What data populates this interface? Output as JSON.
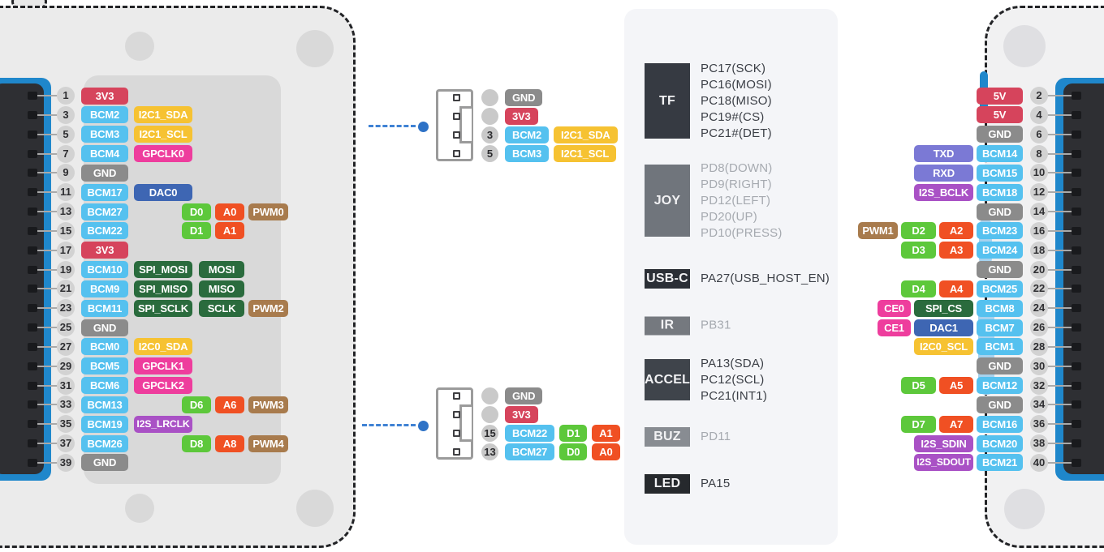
{
  "title": "40-pin GPIO pinout diagram",
  "colors": {
    "header_blue": "#1f87cb",
    "leader_blue": "#2e72c6",
    "power": "#d6445c",
    "bcm": "#55c1ef",
    "i2c": "#f6c232",
    "gpclk": "#ee3d9d",
    "gnd": "#8b8b8b",
    "dac": "#3e66b3",
    "digital": "#5dc83b",
    "analog": "#f05023",
    "pwm": "#a87b4d",
    "spi": "#2a6b3d",
    "i2s": "#a951c5",
    "uart": "#7b79d5",
    "ce": "#ee3d9d"
  },
  "left_header": {
    "rows": [
      {
        "pin": "1",
        "chips": [
          {
            "t": "3V3",
            "c": "power"
          }
        ]
      },
      {
        "pin": "3",
        "chips": [
          {
            "t": "BCM2",
            "c": "bcm"
          },
          {
            "t": "I2C1_SDA",
            "c": "i2c",
            "col": "wide"
          }
        ]
      },
      {
        "pin": "5",
        "chips": [
          {
            "t": "BCM3",
            "c": "bcm"
          },
          {
            "t": "I2C1_SCL",
            "c": "i2c",
            "col": "wide"
          }
        ]
      },
      {
        "pin": "7",
        "chips": [
          {
            "t": "BCM4",
            "c": "bcm"
          },
          {
            "t": "GPCLK0",
            "c": "gpclk",
            "col": "wide"
          }
        ]
      },
      {
        "pin": "9",
        "chips": [
          {
            "t": "GND",
            "c": "gnd"
          }
        ]
      },
      {
        "pin": "11",
        "chips": [
          {
            "t": "BCM17",
            "c": "bcm"
          },
          {
            "t": "DAC0",
            "c": "dac",
            "col": "wide"
          }
        ]
      },
      {
        "pin": "13",
        "chips": [
          {
            "t": "BCM27",
            "c": "bcm"
          },
          {
            "t": "D0",
            "c": "digital",
            "col": "d"
          },
          {
            "t": "A0",
            "c": "analog",
            "col": "a"
          },
          {
            "t": "PWM0",
            "c": "pwm",
            "col": "pwm"
          }
        ]
      },
      {
        "pin": "15",
        "chips": [
          {
            "t": "BCM22",
            "c": "bcm"
          },
          {
            "t": "D1",
            "c": "digital",
            "col": "d"
          },
          {
            "t": "A1",
            "c": "analog",
            "col": "a"
          }
        ]
      },
      {
        "pin": "17",
        "chips": [
          {
            "t": "3V3",
            "c": "power"
          }
        ]
      },
      {
        "pin": "19",
        "chips": [
          {
            "t": "BCM10",
            "c": "bcm"
          },
          {
            "t": "SPI_MOSI",
            "c": "spi",
            "col": "wide"
          },
          {
            "t": "MOSI",
            "c": "spi",
            "col": "c3"
          }
        ]
      },
      {
        "pin": "21",
        "chips": [
          {
            "t": "BCM9",
            "c": "bcm"
          },
          {
            "t": "SPI_MISO",
            "c": "spi",
            "col": "wide"
          },
          {
            "t": "MISO",
            "c": "spi",
            "col": "c3"
          }
        ]
      },
      {
        "pin": "23",
        "chips": [
          {
            "t": "BCM11",
            "c": "bcm"
          },
          {
            "t": "SPI_SCLK",
            "c": "spi",
            "col": "wide"
          },
          {
            "t": "SCLK",
            "c": "spi",
            "col": "c3"
          },
          {
            "t": "PWM2",
            "c": "pwm",
            "col": "pwm"
          }
        ]
      },
      {
        "pin": "25",
        "chips": [
          {
            "t": "GND",
            "c": "gnd"
          }
        ]
      },
      {
        "pin": "27",
        "chips": [
          {
            "t": "BCM0",
            "c": "bcm"
          },
          {
            "t": "I2C0_SDA",
            "c": "i2c",
            "col": "wide"
          }
        ]
      },
      {
        "pin": "29",
        "chips": [
          {
            "t": "BCM5",
            "c": "bcm"
          },
          {
            "t": "GPCLK1",
            "c": "gpclk",
            "col": "wide"
          }
        ]
      },
      {
        "pin": "31",
        "chips": [
          {
            "t": "BCM6",
            "c": "bcm"
          },
          {
            "t": "GPCLK2",
            "c": "gpclk",
            "col": "wide"
          }
        ]
      },
      {
        "pin": "33",
        "chips": [
          {
            "t": "BCM13",
            "c": "bcm"
          },
          {
            "t": "D6",
            "c": "digital",
            "col": "d"
          },
          {
            "t": "A6",
            "c": "analog",
            "col": "a"
          },
          {
            "t": "PWM3",
            "c": "pwm",
            "col": "pwm"
          }
        ]
      },
      {
        "pin": "35",
        "chips": [
          {
            "t": "BCM19",
            "c": "bcm"
          },
          {
            "t": "I2S_LRCLK",
            "c": "i2s",
            "col": "wide"
          }
        ]
      },
      {
        "pin": "37",
        "chips": [
          {
            "t": "BCM26",
            "c": "bcm"
          },
          {
            "t": "D8",
            "c": "digital",
            "col": "d"
          },
          {
            "t": "A8",
            "c": "analog",
            "col": "a"
          },
          {
            "t": "PWM4",
            "c": "pwm",
            "col": "pwm"
          }
        ]
      },
      {
        "pin": "39",
        "chips": [
          {
            "t": "GND",
            "c": "gnd"
          }
        ]
      }
    ]
  },
  "right_header": {
    "rows": [
      {
        "pin": "2",
        "chips": [
          {
            "t": "5V",
            "c": "power"
          }
        ]
      },
      {
        "pin": "4",
        "chips": [
          {
            "t": "5V",
            "c": "power"
          }
        ]
      },
      {
        "pin": "6",
        "chips": [
          {
            "t": "GND",
            "c": "gnd"
          }
        ]
      },
      {
        "pin": "8",
        "chips": [
          {
            "t": "TXD",
            "c": "uart",
            "col": "wide"
          },
          {
            "t": "BCM14",
            "c": "bcm"
          }
        ]
      },
      {
        "pin": "10",
        "chips": [
          {
            "t": "RXD",
            "c": "uart",
            "col": "wide"
          },
          {
            "t": "BCM15",
            "c": "bcm"
          }
        ]
      },
      {
        "pin": "12",
        "chips": [
          {
            "t": "I2S_BCLK",
            "c": "i2s",
            "col": "wide"
          },
          {
            "t": "BCM18",
            "c": "bcm"
          }
        ]
      },
      {
        "pin": "14",
        "chips": [
          {
            "t": "GND",
            "c": "gnd"
          }
        ]
      },
      {
        "pin": "16",
        "chips": [
          {
            "t": "PWM1",
            "c": "pwm",
            "col": "pwm"
          },
          {
            "t": "D2",
            "c": "digital",
            "col": "d"
          },
          {
            "t": "A2",
            "c": "analog",
            "col": "a"
          },
          {
            "t": "BCM23",
            "c": "bcm"
          }
        ]
      },
      {
        "pin": "18",
        "chips": [
          {
            "t": "D3",
            "c": "digital",
            "col": "d"
          },
          {
            "t": "A3",
            "c": "analog",
            "col": "a"
          },
          {
            "t": "BCM24",
            "c": "bcm"
          }
        ]
      },
      {
        "pin": "20",
        "chips": [
          {
            "t": "GND",
            "c": "gnd"
          }
        ]
      },
      {
        "pin": "22",
        "chips": [
          {
            "t": "D4",
            "c": "digital",
            "col": "d"
          },
          {
            "t": "A4",
            "c": "analog",
            "col": "a"
          },
          {
            "t": "BCM25",
            "c": "bcm"
          }
        ]
      },
      {
        "pin": "24",
        "chips": [
          {
            "t": "CE0",
            "c": "ce",
            "col": "ce"
          },
          {
            "t": "SPI_CS",
            "c": "spi",
            "col": "wide"
          },
          {
            "t": "BCM8",
            "c": "bcm"
          }
        ]
      },
      {
        "pin": "26",
        "chips": [
          {
            "t": "CE1",
            "c": "ce",
            "col": "ce"
          },
          {
            "t": "DAC1",
            "c": "dac",
            "col": "wide"
          },
          {
            "t": "BCM7",
            "c": "bcm"
          }
        ]
      },
      {
        "pin": "28",
        "chips": [
          {
            "t": "I2C0_SCL",
            "c": "i2c",
            "col": "wide"
          },
          {
            "t": "BCM1",
            "c": "bcm"
          }
        ]
      },
      {
        "pin": "30",
        "chips": [
          {
            "t": "GND",
            "c": "gnd"
          }
        ]
      },
      {
        "pin": "32",
        "chips": [
          {
            "t": "D5",
            "c": "digital",
            "col": "d"
          },
          {
            "t": "A5",
            "c": "analog",
            "col": "a"
          },
          {
            "t": "BCM12",
            "c": "bcm"
          }
        ]
      },
      {
        "pin": "34",
        "chips": [
          {
            "t": "GND",
            "c": "gnd"
          }
        ]
      },
      {
        "pin": "36",
        "chips": [
          {
            "t": "D7",
            "c": "digital",
            "col": "d"
          },
          {
            "t": "A7",
            "c": "analog",
            "col": "a"
          },
          {
            "t": "BCM16",
            "c": "bcm"
          }
        ]
      },
      {
        "pin": "38",
        "chips": [
          {
            "t": "I2S_SDIN",
            "c": "i2s",
            "col": "wide"
          },
          {
            "t": "BCM20",
            "c": "bcm"
          }
        ]
      },
      {
        "pin": "40",
        "chips": [
          {
            "t": "I2S_SDOUT",
            "c": "i2s",
            "col": "wide"
          },
          {
            "t": "BCM21",
            "c": "bcm"
          }
        ]
      }
    ]
  },
  "connectors": [
    {
      "rows": [
        {
          "num": "",
          "chips": [
            {
              "t": "GND",
              "c": "gnd"
            }
          ]
        },
        {
          "num": "",
          "chips": [
            {
              "t": "3V3",
              "c": "power"
            }
          ]
        },
        {
          "num": "3",
          "chips": [
            {
              "t": "BCM2",
              "c": "bcm"
            },
            {
              "t": "I2C1_SDA",
              "c": "i2c"
            }
          ]
        },
        {
          "num": "5",
          "chips": [
            {
              "t": "BCM3",
              "c": "bcm"
            },
            {
              "t": "I2C1_SCL",
              "c": "i2c"
            }
          ]
        }
      ]
    },
    {
      "rows": [
        {
          "num": "",
          "chips": [
            {
              "t": "GND",
              "c": "gnd"
            }
          ]
        },
        {
          "num": "",
          "chips": [
            {
              "t": "3V3",
              "c": "power"
            }
          ]
        },
        {
          "num": "15",
          "chips": [
            {
              "t": "BCM22",
              "c": "bcm"
            },
            {
              "t": "D1",
              "c": "digital"
            },
            {
              "t": "A1",
              "c": "analog"
            }
          ]
        },
        {
          "num": "13",
          "chips": [
            {
              "t": "BCM27",
              "c": "bcm"
            },
            {
              "t": "D0",
              "c": "digital"
            },
            {
              "t": "A0",
              "c": "analog"
            }
          ]
        }
      ]
    }
  ],
  "function_panel": {
    "groups": [
      {
        "label": "TF",
        "block_color": "#363a42",
        "tone": "dark",
        "pins": [
          "PC17(SCK)",
          "PC16(MOSI)",
          "PC18(MISO)",
          "PC19#(CS)",
          "PC21#(DET)"
        ]
      },
      {
        "label": "JOY",
        "block_color": "#70757c",
        "tone": "muted",
        "pins": [
          "PD8(DOWN)",
          "PD9(RIGHT)",
          "PD12(LEFT)",
          "PD20(UP)",
          "PD10(PRESS)"
        ]
      },
      {
        "label": "USB-C",
        "block_color": "#2b2f36",
        "tone": "dark",
        "pins": [
          "PA27(USB_HOST_EN)"
        ]
      },
      {
        "label": "IR",
        "block_color": "#75797f",
        "tone": "muted",
        "pins": [
          "PB31"
        ]
      },
      {
        "label": "ACCEL",
        "block_color": "#3f444b",
        "tone": "dark",
        "pins": [
          "PA13(SDA)",
          "PC12(SCL)",
          "PC21(INT1)"
        ]
      },
      {
        "label": "BUZ",
        "block_color": "#888c92",
        "tone": "muted",
        "pins": [
          "PD11"
        ]
      },
      {
        "label": "LED",
        "block_color": "#26292d",
        "tone": "dark",
        "pins": [
          "PA15"
        ]
      }
    ]
  }
}
